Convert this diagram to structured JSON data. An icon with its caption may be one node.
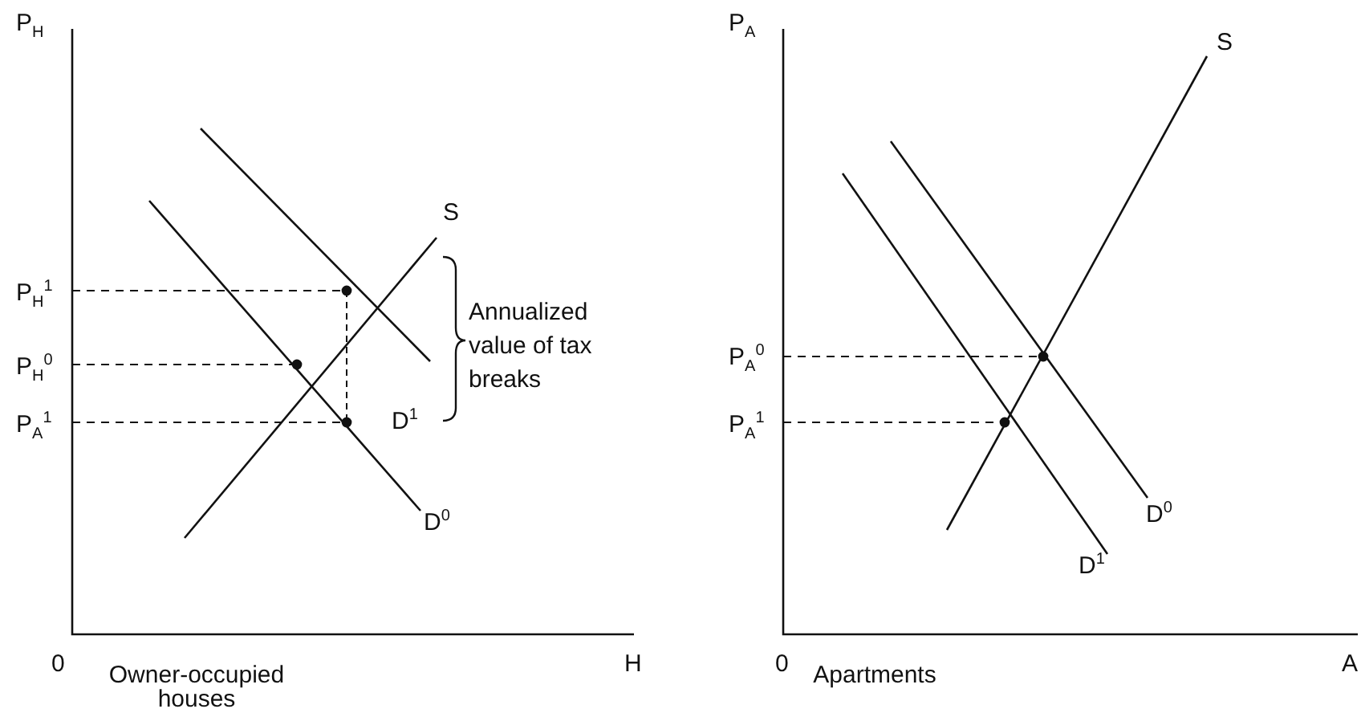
{
  "diagram": {
    "labels": [
      "P$_{H}$",
      "S",
      "P$_{H}$$^{1}$",
      "P$_{H}$$^{0}$",
      "P$_{A}$$^{1}$",
      "Annualized value of tax breaks",
      "D$^{1}$",
      "D$^{0}$",
      "0",
      "H",
      "Owner-occupied houses",
      "P$_{A}$",
      "S",
      "P$_{A}$$^{0}$",
      "P$_{A}$$^{1}$",
      "D$^{0}$",
      "D$^{1}$",
      "0",
      "A",
      "Apartments"
    ]
  }
}
